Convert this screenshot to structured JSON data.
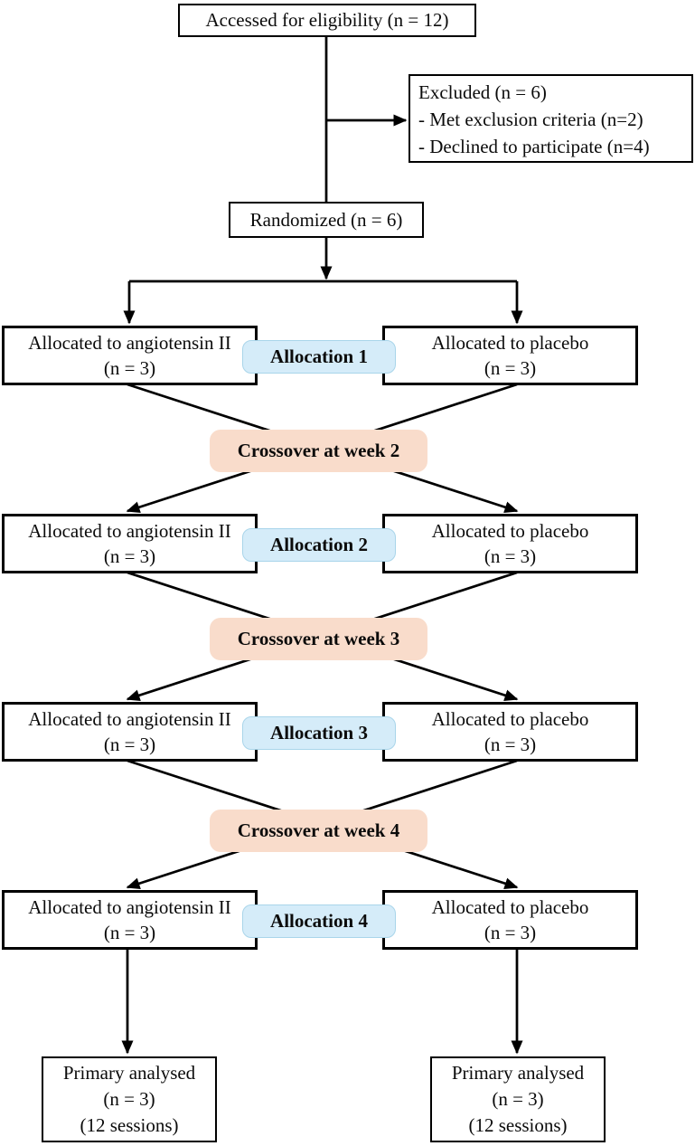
{
  "colors": {
    "background": "#ffffff",
    "line": "#000000",
    "allocation_badge_fill": "#d5ecf9",
    "allocation_badge_border": "#a9d5ea",
    "crossover_badge_fill": "#f9dccb"
  },
  "flowchart": {
    "eligibility_box": "Accessed for eligibility (n = 12)",
    "excluded_box": {
      "title": "Excluded (n = 6)",
      "reason1": "- Met exclusion criteria (n=2)",
      "reason2": "- Declined to participate (n=4)"
    },
    "randomized_box": "Randomized (n = 6)",
    "allocation_rows": [
      {
        "badge": "Allocation 1",
        "left_line1": "Allocated to angiotensin II",
        "left_line2": "(n = 3)",
        "right_line1": "Allocated to placebo",
        "right_line2": "(n = 3)"
      },
      {
        "badge": "Allocation 2",
        "left_line1": "Allocated to angiotensin II",
        "left_line2": "(n = 3)",
        "right_line1": "Allocated to placebo",
        "right_line2": "(n = 3)"
      },
      {
        "badge": "Allocation 3",
        "left_line1": "Allocated to angiotensin II",
        "left_line2": "(n = 3)",
        "right_line1": "Allocated to placebo",
        "right_line2": "(n = 3)"
      },
      {
        "badge": "Allocation 4",
        "left_line1": "Allocated to angiotensin II",
        "left_line2": "(n = 3)",
        "right_line1": "Allocated to placebo",
        "right_line2": "(n = 3)"
      }
    ],
    "crossover_badges": [
      "Crossover at week 2",
      "Crossover at week 3",
      "Crossover at week 4"
    ],
    "analysis_left": {
      "line1": "Primary analysed",
      "line2": "(n = 3)",
      "line3": "(12 sessions)"
    },
    "analysis_right": {
      "line1": "Primary analysed",
      "line2": "(n = 3)",
      "line3": "(12 sessions)"
    }
  }
}
